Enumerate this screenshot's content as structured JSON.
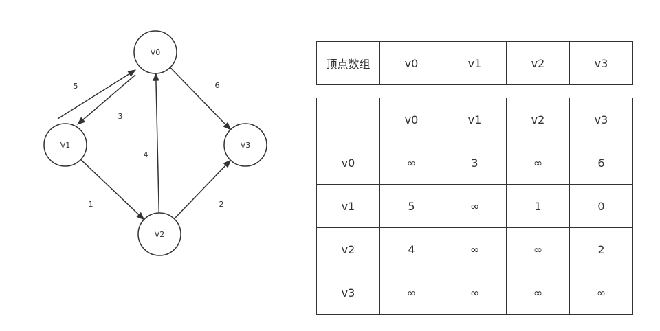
{
  "graph": {
    "nodes": [
      {
        "id": "v0",
        "label": "V0"
      },
      {
        "id": "v1",
        "label": "V1"
      },
      {
        "id": "v2",
        "label": "V2"
      },
      {
        "id": "v3",
        "label": "V3"
      }
    ],
    "edges": [
      {
        "from": "v1",
        "to": "v0",
        "weight": "5"
      },
      {
        "from": "v0",
        "to": "v1",
        "weight": "3"
      },
      {
        "from": "v0",
        "to": "v3",
        "weight": "6"
      },
      {
        "from": "v2",
        "to": "v0",
        "weight": "4"
      },
      {
        "from": "v1",
        "to": "v2",
        "weight": "1"
      },
      {
        "from": "v2",
        "to": "v3",
        "weight": "2"
      }
    ]
  },
  "vertex_array": {
    "header": "顶点数组",
    "cells": [
      "v0",
      "v1",
      "v2",
      "v3"
    ]
  },
  "adjacency_matrix": {
    "corner": "",
    "column_headers": [
      "v0",
      "v1",
      "v2",
      "v3"
    ],
    "rows": [
      {
        "label": "v0",
        "cells": [
          "∞",
          "3",
          "∞",
          "6"
        ]
      },
      {
        "label": "v1",
        "cells": [
          "5",
          "∞",
          "1",
          "0"
        ]
      },
      {
        "label": "v2",
        "cells": [
          "4",
          "∞",
          "∞",
          "2"
        ]
      },
      {
        "label": "v3",
        "cells": [
          "∞",
          "∞",
          "∞",
          "∞"
        ]
      }
    ]
  }
}
